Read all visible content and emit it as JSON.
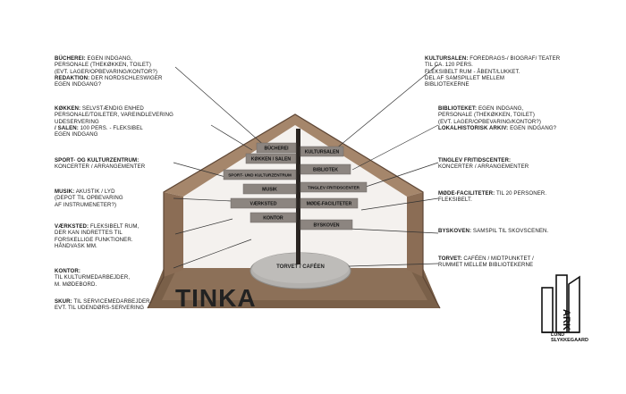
{
  "title": "TINKA",
  "left_notes": [
    {
      "bold": "BÜCHEREI:",
      "text": " EGEN INDGANG,\nPERSONALE (THEKØKKEN, TOILET)\n(EVT. LAGER/OPBEVARING/KONTOR?)",
      "bold2": "REDAKTION:",
      "text2": " DER NORDSCHLESWIGER\nEGEN INDGANG?"
    },
    {
      "bold": "KØKKEN:",
      "text": " SELVSTÆNDIG ENHED\nPERSONALE/TOILETER, VAREINDLEVERING\nUDESERVERING",
      "bold2": "/ SALEN:",
      "text2": " 100 PERS. - FLEKSIBEL\nEGEN INDGANG"
    },
    {
      "bold": "SPORT- OG KULTURZENTRUM:",
      "text": "\nKONCERTER / ARRANGEMENTER",
      "bold2": "",
      "text2": ""
    },
    {
      "bold": "MUSIK:",
      "text": " AKUSTIK / LYD\n(DEPOT TIL OPBEVARING\nAF INSTRUMENETER?)",
      "bold2": "",
      "text2": ""
    },
    {
      "bold": "VÆRKSTED:",
      "text": " FLEKSIBELT RUM,\nDER KAN INDRETTES TIL\nFORSKELLIGE FUNKTIONER.\nHÅNDVASK MM.",
      "bold2": "",
      "text2": ""
    },
    {
      "bold": "KONTOR:",
      "text": "\nTIL KULTURMEDARBEJDER,\nM. MØDEBORD.",
      "bold2": "",
      "text2": ""
    },
    {
      "bold": "SKUR:",
      "text": " TIL SERVICEMEDARBEJDER.\nEVT. TIL UDENDØRS-SERVERING",
      "bold2": "",
      "text2": ""
    }
  ],
  "right_notes": [
    {
      "bold": "KULTURSALEN:",
      "text": " FOREDRAGS-/ BIOGRAF/ TEATER\nTIL CA. 120 PERS.\nFLEKSIBELT RUM - ÅBENT/LUKKET.\nDEL AF SAMSPILLET MELLEM\nBIBLIOTEKERNE",
      "bold2": "",
      "text2": ""
    },
    {
      "bold": "BIBLIOTEKET:",
      "text": " EGEN INDGANG,\nPERSONALE (THEKØKKEN, TOILET)\n(EVT. LAGER/OPBEVARING/KONTOR?)",
      "bold2": "LOKALHISTORISK ARKIV:",
      "text2": " EGEN INDGANG?"
    },
    {
      "bold": "TINGLEV FRITIDSCENTER:",
      "text": "\nKONCERTER / ARRANGEMENTER",
      "bold2": "",
      "text2": ""
    },
    {
      "bold": "MØDE-FACILITETER:",
      "text": " TIL 20 PERSONER.\nFLEKSIBELT.",
      "bold2": "",
      "text2": ""
    },
    {
      "bold": "BYSKOVEN:",
      "text": " SAMSPIL TIL SKOVSCENEN.",
      "bold2": "",
      "text2": ""
    },
    {
      "bold": "TORVET:",
      "text": " CAFÉEN / MIDTPUNKTET /\nRUMMET MELLEM BIBLIOTEKERNE",
      "bold2": "",
      "text2": ""
    }
  ],
  "signs_left": [
    "BÜCHEREI",
    "KØKKEN / SALEN",
    "SPORT- UND KULTURZENTRUM",
    "MUSIK",
    "VÆRKSTED",
    "KONTOR"
  ],
  "signs_right": [
    "KULTURSALEN",
    "BIBLIOTEK",
    "TINGLEV FRITIDSCENTER",
    "MØDE-FACILITETER",
    "BYSKOVEN"
  ],
  "platform_label": "TORVET / CAFÉEN",
  "logo": {
    "word": "ARK",
    "line1": "LUND",
    "line2": "SLYKKEGAARD"
  },
  "colors": {
    "wood": "#9a7a5e",
    "wood_dark": "#6e5440",
    "wood_light": "#c9b29b",
    "sign": "#8c8580",
    "platform": "#b3b1ae"
  }
}
